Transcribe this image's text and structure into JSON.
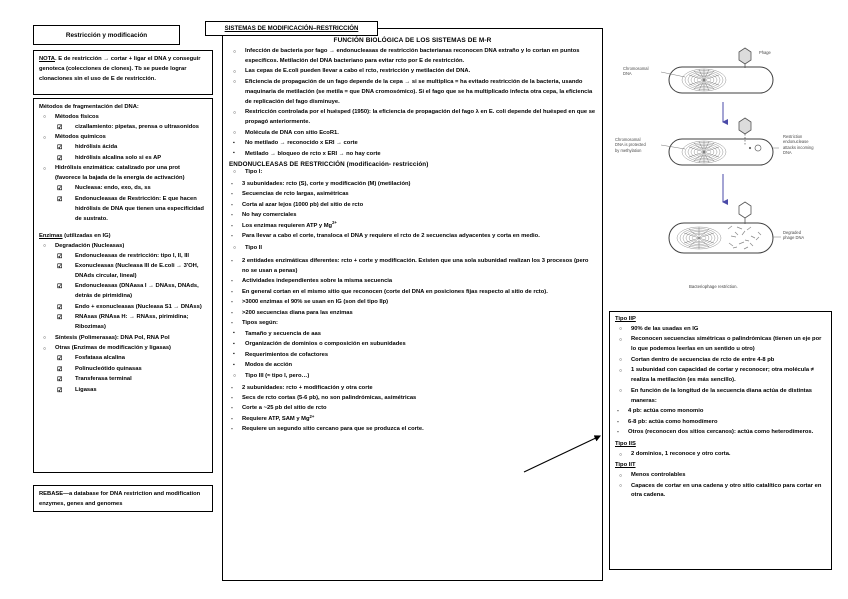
{
  "document": {
    "title_banner": "SISTEMAS DE MODIFICACIÓN–RESTRICCIÓN",
    "left_title": "Restricción y modificación"
  },
  "left_column": {
    "nota": {
      "label": "NOTA",
      "text": ". E de restricción → cortar + ligar el DNA y conseguir genoteca (colecciones de clones). Tb se puede lograr clonaciones sin el uso de E de restricción."
    },
    "metodos": {
      "heading": "Métodos de fragmentación del DNA:",
      "items": [
        {
          "bullet": "○",
          "label": "Métodos físicos",
          "subs": [
            {
              "bullet": "☑",
              "label": "cizallamiento: pipetas, prensa o ultrasonidos"
            }
          ]
        },
        {
          "bullet": "○",
          "label": "Métodos químicos",
          "subs": [
            {
              "bullet": "☑",
              "label": "hidrólisis ácida"
            },
            {
              "bullet": "☑",
              "label": "hidrólisis alcalina solo si es AP"
            }
          ]
        },
        {
          "bullet": "○",
          "label": "Hidrólisis enzimática: catalizado por una prot (favorece la bajada de la energía de activación)",
          "subs": [
            {
              "bullet": "☑",
              "label": "Nucleasa: endo, exo, ds, ss"
            },
            {
              "bullet": "☑",
              "label": "Endonucleasas de Restricción: E que hacen hidrólisis de DNA que tienen una especificidad de sustrato."
            }
          ]
        }
      ]
    },
    "enzimas": {
      "heading_underlined": "Enzimas",
      "heading_rest": " (utilizadas en IG)",
      "items": [
        {
          "bullet": "○",
          "label": "Degradación (Nucleasas)",
          "subs": [
            {
              "bullet": "☑",
              "label": "Endonucleasas de restricción: tipo I, II, III"
            },
            {
              "bullet": "☑",
              "label": "Exonucleasas (Nucleasa III de E.coli → 3'OH, DNAds circular, lineal)"
            },
            {
              "bullet": "☑",
              "label": "Endonucleasas (DNAasa I → DNAss, DNAds, detrás de pirimidina)"
            },
            {
              "bullet": "☑",
              "label": "Endo + exonucleasas (Nucleasa S1 → DNAss)"
            },
            {
              "bullet": "☑",
              "label": "RNAsas (RNAsa H: → RNAss, pirimidina; Ribozimas)"
            }
          ]
        },
        {
          "bullet": "○",
          "label": "Síntesis (Polimerasas): DNA Pol, RNA Pol",
          "subs": []
        },
        {
          "bullet": "○",
          "label": "Otras (Enzimas de modificación y ligasas)",
          "subs": [
            {
              "bullet": "☑",
              "label": "Fosfatasa alcalina"
            },
            {
              "bullet": "☑",
              "label": "Polinucleótido quinasas"
            },
            {
              "bullet": "☑",
              "label": "Transferasa terminal"
            },
            {
              "bullet": "☑",
              "label": "Ligasas"
            }
          ]
        }
      ]
    },
    "rebase": "REBASE—a database for DNA restriction and modification enzymes, genes and genomes"
  },
  "center_column": {
    "funcion_title": "FUNCIÓN BIOLÓGICA DE LOS SISTEMAS DE M-R",
    "funcion_items": [
      {
        "bullet": "○",
        "text": "Infección de bacteria por fago → endonucleasas de restricción bacterianas reconocen DNA extraño y lo cortan en puntos específicos. Metilación del DNA bacteriano para evitar rcto por E de restricción."
      },
      {
        "bullet": "○",
        "text": "Las cepas de E.coli pueden llevar a cabo el rcto, restricción y metilación del DNA."
      },
      {
        "bullet": "○",
        "text": "Eficiencia de propagación de un fago depende de la cepa → si se multiplica = ha evitado restricción de la bacteria, usando maquinaria de metilación (se metila = que DNA cromosómico). Si el fago que se ha multiplicado infecta otra cepa, la eficiencia de replicación del fago disminuye."
      },
      {
        "bullet": "○",
        "text": "Restricción controlada por el huésped (1950): la eficiencia de propagación del fago λ en E. coli depende del huésped en que se propagó anteriormente."
      },
      {
        "bullet": "○",
        "text": "Molécula de DNA con sitio EcoR1."
      }
    ],
    "ecor1_subitems": [
      {
        "bullet": "▪",
        "text": "No metilado → reconocido x ERI → corte"
      },
      {
        "bullet": "▪",
        "text": "Metilado → bloqueo de rcto x ERI → no hay corte"
      }
    ],
    "endonucleasas_title": "ENDONUCLEASAS DE RESTRICCIÓN (modificación- restricción)",
    "tipo_i": {
      "bullet": "○",
      "label": "Tipo I:",
      "items": [
        "3 subunidades: rcto (S), corte y modificación (M) (metilación)",
        "Secuencias de rcto largas, asimétricas",
        "Corta al azar lejos (1000 pb) del sitio de rcto",
        "No hay comerciales",
        "Los enzimas requieren ATP y Mg2+",
        "Para llevar a cabo el corte, transloca el DNA y requiere el rcto de 2 secuencias adyacentes y corta en medio."
      ]
    },
    "tipo_ii": {
      "bullet": "○",
      "label": "Tipo II",
      "items": [
        "2 entidades enzimáticas diferentes: rcto + corte y modificación. Existen que una sola subunidad realizan los 3 procesos (pero no se usan a penas)",
        "Actividades independientes sobre la misma secuencia",
        "En general cortan en el mismo sitio que reconocen (corte del DNA en posiciones fijas respecto al sitio de rcto).",
        ">3000 enzimas el 90% se usan en IG (son del tipo IIp)",
        ">200 secuencias diana para las enzimas",
        "Tipos según:"
      ],
      "tipos_segun": [
        "Tamaño y secuencia de aas",
        "Organización de dominios o composición en subunidades",
        "Requerimientos de cofactores",
        "Modos de acción"
      ]
    },
    "tipo_iii": {
      "bullet": "○",
      "label": "Tipo III (≈ tipo I, pero…)",
      "items": [
        "2 subunidades: rcto + modificación y otra corte",
        "Secs de rcto cortas (5-6 pb), no son palindrómicas, asimétricas",
        "Corte a ~25 pb del sitio de rcto",
        "Requiere ATP, SAM y Mg2+",
        "Requiere un segundo sitio cercano para que se produzca el corte."
      ]
    }
  },
  "right_box": {
    "tipo_iip": {
      "heading": "Tipo IIP",
      "items": [
        {
          "bullet": "○",
          "text": "90% de las usadas en IG"
        },
        {
          "bullet": "○",
          "text": "Reconocen secuencias simétricas o palindrómicas (tienen un eje por lo que podemos leerlas en un sentido u otro)"
        },
        {
          "bullet": "○",
          "text": "Cortan dentro de secuencias de rcto de entre 4-8 pb"
        },
        {
          "bullet": "○",
          "text": "1 subunidad con capacidad de cortar y reconocer; otra molécula ≠ realiza la metilación (es más sencillo)."
        },
        {
          "bullet": "○",
          "text": "En función de la longitud de la secuencia diana actúa de distintas maneras:"
        }
      ],
      "maneras": [
        "4 pb: actúa como monomio",
        "6-8 pb: actúa como homodímero",
        "Otros (reconocen dos sitios cercanos): actúa como heterodímeros."
      ]
    },
    "tipo_iis": {
      "heading": "Tipo IIS",
      "items": [
        {
          "bullet": "○",
          "text": "2 dominios, 1 reconoce y otro corta."
        }
      ]
    },
    "tipo_iit": {
      "heading": "Tipo IIT",
      "items": [
        {
          "bullet": "○",
          "text": "Menos controlables"
        },
        {
          "bullet": "○",
          "text": "Capaces de cortar en una cadena y otro sitio catalítico para cortar en otra cadena."
        }
      ]
    }
  },
  "diagram": {
    "labels": {
      "phage": "Phage",
      "chromosomal_dna": "Chromosomal\nDNA",
      "protected": "Chromosomal\nDNA is protected\nby methylation",
      "restriction_endonuclease": "Restriction\nendonuclease\nattacks incoming\nDNA",
      "degraded": "Degraded\nphage DNA"
    },
    "caption": "Bacteriophage restriction.",
    "arrow_color": "#4a4aa8",
    "stroke_color": "#3f3f3f"
  }
}
